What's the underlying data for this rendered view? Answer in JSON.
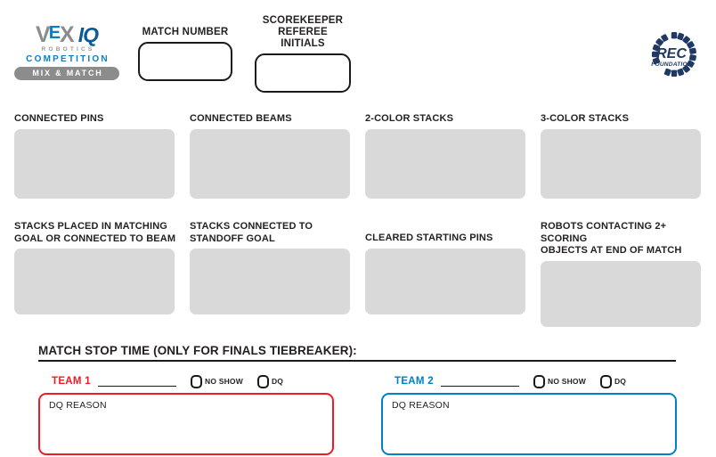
{
  "colors": {
    "vex_gray": "#8c8c8c",
    "vex_blue": "#0a7ec2",
    "vex_dark_blue": "#0a5a96",
    "rec_navy": "#1f3864",
    "box_gray": "#d9d9d9",
    "team1_red": "#ed1c24",
    "team2_blue": "#0080c8",
    "ink": "#231f20"
  },
  "header": {
    "vex_logo": {
      "v": "V",
      "e": "E",
      "x": "X",
      "iq": "IQ",
      "robotics": "ROBOTICS",
      "competition": "COMPETITION",
      "program": "MIX & MATCH"
    },
    "rec_logo": {
      "name": "REC",
      "subtitle": "FOUNDATION"
    },
    "fields": [
      {
        "label": "MATCH NUMBER",
        "value": ""
      },
      {
        "label_line1": "SCOREKEEPER",
        "label_line2": "REFEREE INITIALS",
        "value": ""
      }
    ]
  },
  "scoring": {
    "row1": [
      {
        "label": "CONNECTED PINS",
        "value": ""
      },
      {
        "label": "CONNECTED BEAMS",
        "value": ""
      },
      {
        "label": "2-COLOR STACKS",
        "value": ""
      },
      {
        "label": "3-COLOR STACKS",
        "value": ""
      }
    ],
    "row2": [
      {
        "label_line1": "STACKS PLACED IN MATCHING",
        "label_line2": "GOAL OR CONNECTED TO BEAM",
        "value": ""
      },
      {
        "label_line1": "STACKS CONNECTED TO",
        "label_line2": "STANDOFF GOAL",
        "value": ""
      },
      {
        "label_line1": "CLEARED STARTING PINS",
        "label_line2": "",
        "value": ""
      },
      {
        "label_line1": "ROBOTS CONTACTING 2+ SCORING",
        "label_line2": "OBJECTS AT END OF MATCH",
        "value": ""
      }
    ]
  },
  "bottom": {
    "stop_time_title": "MATCH STOP TIME (ONLY FOR FINALS TIEBREAKER):",
    "teams": [
      {
        "name": "TEAM 1",
        "number_value": "",
        "no_show_label": "NO SHOW",
        "dq_label": "DQ",
        "dq_reason_label": "DQ REASON",
        "dq_reason_value": ""
      },
      {
        "name": "TEAM 2",
        "number_value": "",
        "no_show_label": "NO SHOW",
        "dq_label": "DQ",
        "dq_reason_label": "DQ REASON",
        "dq_reason_value": ""
      }
    ]
  }
}
